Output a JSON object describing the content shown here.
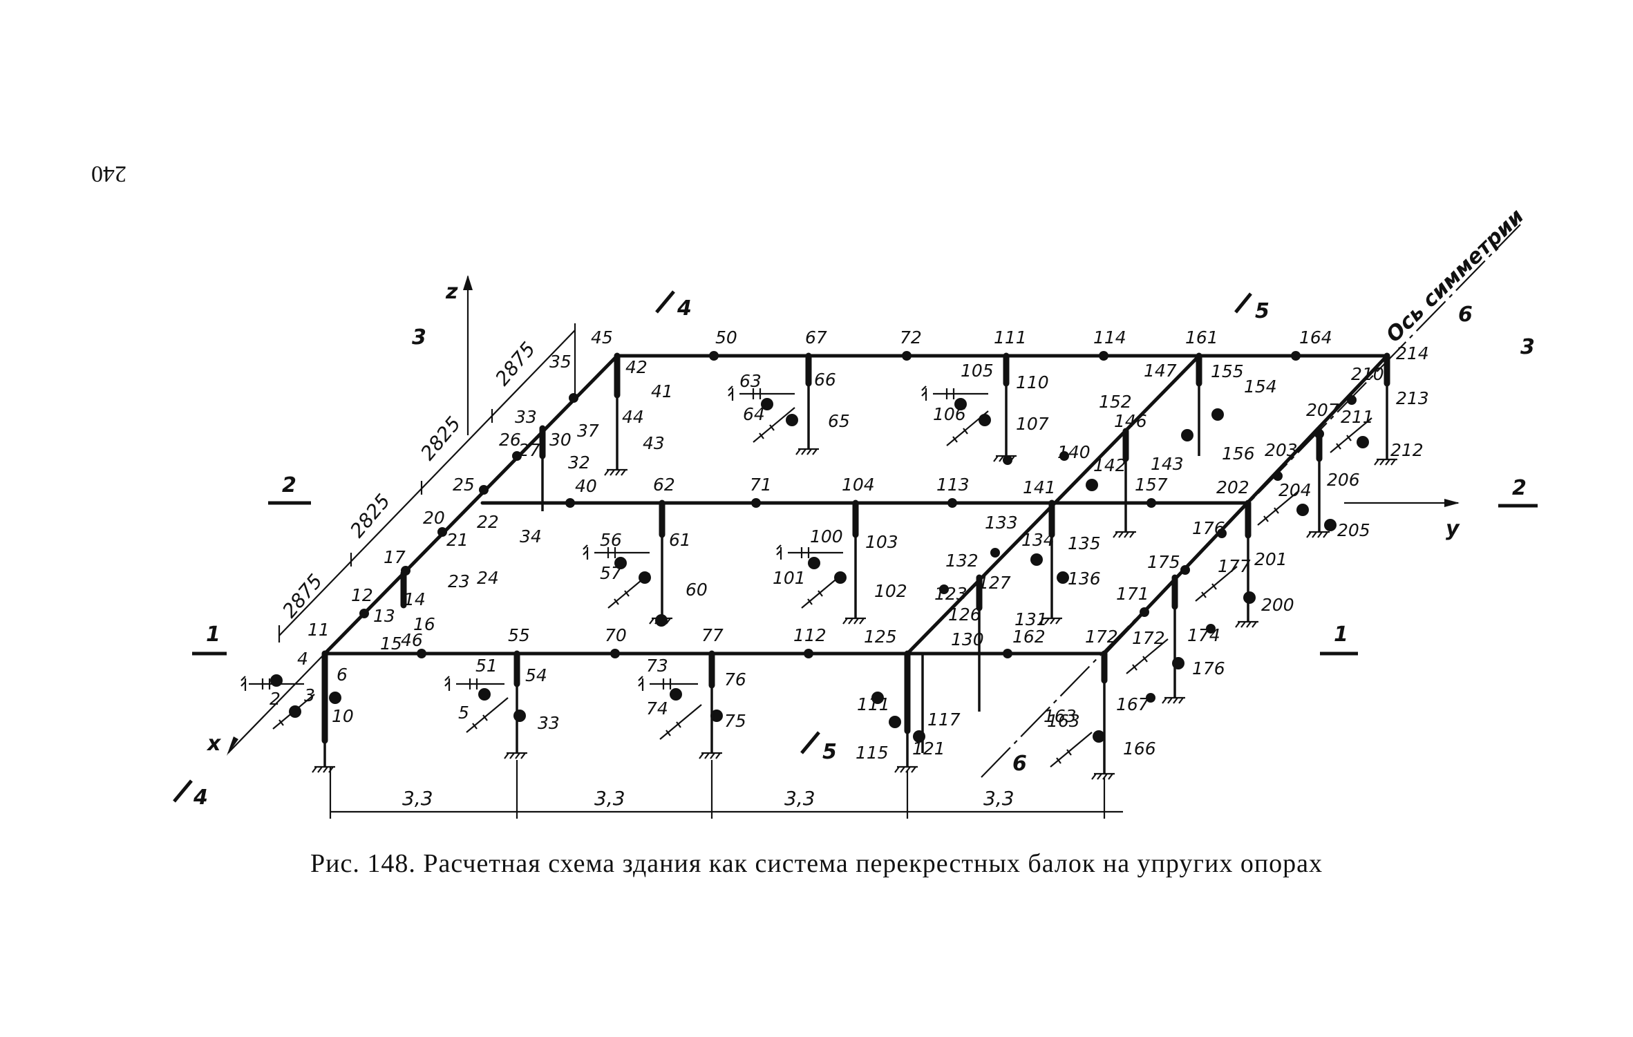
{
  "page_number": "240",
  "caption": "Рис. 148. Расчетная схема здания как система перекрестных балок  на упругих опорах",
  "axes": {
    "z": "z",
    "x": "x",
    "y": "y"
  },
  "symmetry_axis_label": "Ось симметрии",
  "dimensions": {
    "bottom": [
      "3,3",
      "3,3",
      "3,3",
      "3,3"
    ],
    "left": [
      "2875",
      "2825",
      "2825",
      "2875"
    ]
  },
  "section_marks": {
    "left_1": "1",
    "right_1": "1",
    "left_2": "2",
    "right_2": "2",
    "left_3": "3",
    "right_3": "3",
    "top_4": "4",
    "bottom_4": "4",
    "top_5": "5",
    "bottom_5": "5",
    "top_6": "6",
    "bottom_6": "6"
  },
  "nodes": {
    "row_back": [
      "45",
      "50",
      "67",
      "72",
      "111",
      "114",
      "161",
      "164",
      "214"
    ],
    "row_mid": [
      "25",
      "62",
      "71",
      "104",
      "113",
      "141",
      "202"
    ],
    "row_front": [
      "4",
      "11",
      "46",
      "55",
      "70",
      "77",
      "112",
      "125",
      "162",
      "172"
    ],
    "left_edge": [
      "12",
      "17",
      "20",
      "26",
      "33",
      "35"
    ],
    "right_edge": [
      "210",
      "207",
      "203",
      "176",
      "175",
      "171"
    ],
    "misc": [
      "2",
      "3",
      "5",
      "6",
      "10",
      "13",
      "14",
      "15",
      "16",
      "21",
      "22",
      "23",
      "24",
      "27",
      "30",
      "32",
      "34",
      "37",
      "40",
      "41",
      "42",
      "43",
      "44",
      "51",
      "54",
      "33",
      "56",
      "57",
      "60",
      "61",
      "63",
      "64",
      "65",
      "66",
      "73",
      "74",
      "75",
      "76",
      "100",
      "101",
      "102",
      "103",
      "105",
      "106",
      "107",
      "110",
      "111",
      "115",
      "117",
      "121",
      "123",
      "126",
      "127",
      "130",
      "131",
      "132",
      "133",
      "134",
      "135",
      "136",
      "140",
      "142",
      "143",
      "146",
      "147",
      "152",
      "154",
      "155",
      "156",
      "157",
      "163",
      "166",
      "167",
      "172",
      "174",
      "176",
      "177",
      "200",
      "201",
      "204",
      "205",
      "206",
      "211",
      "212",
      "213",
      "163"
    ]
  }
}
